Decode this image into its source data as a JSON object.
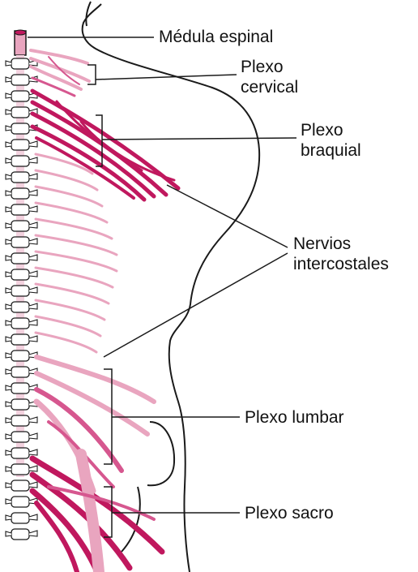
{
  "labels": {
    "medula": "Médula espinal",
    "cervical": [
      "Plexo",
      "cervical"
    ],
    "braquial": [
      "Plexo",
      "braquial"
    ],
    "intercostales": [
      "Nervios",
      "intercostales"
    ],
    "lumbar": "Plexo lumbar",
    "sacro": "Plexo sacro"
  },
  "colors": {
    "nerve_dark": "#c0185e",
    "nerve_light": "#e9a5bf",
    "nerve_mid": "#d6578f",
    "outline": "#1a1a1a",
    "label_text": "#111111"
  }
}
